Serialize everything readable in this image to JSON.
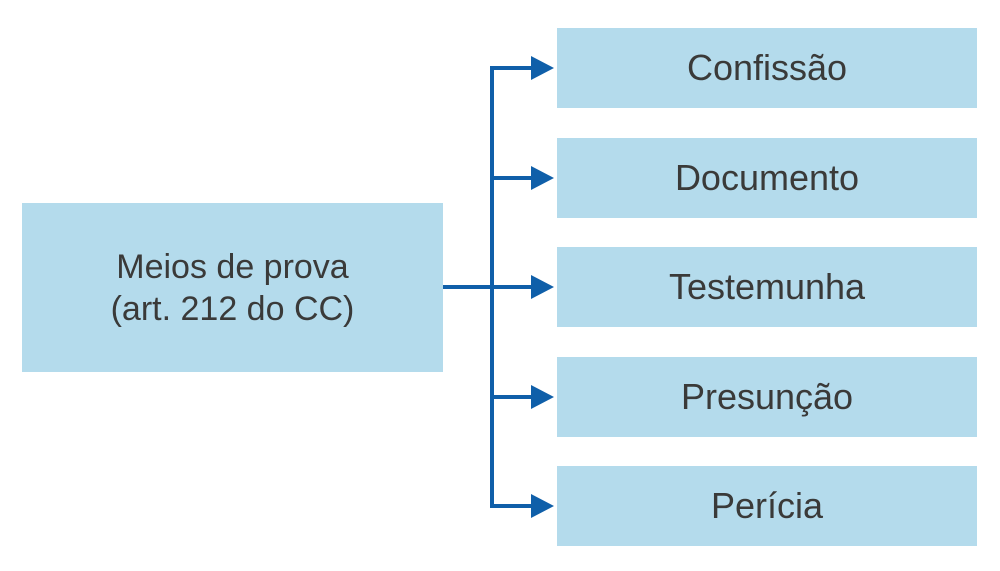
{
  "colors": {
    "box-fill": "#b4dbec",
    "line": "#0f5fa9",
    "text": "#3a3a39",
    "background": "#ffffff"
  },
  "diagram": {
    "title": "Meios de prova (art. 212 do CC)",
    "root": {
      "line1": "Meios de prova",
      "line2": "(art. 212 do CC)"
    },
    "children": [
      {
        "label": "Confissão"
      },
      {
        "label": "Documento"
      },
      {
        "label": "Testemunha"
      },
      {
        "label": "Presunção"
      },
      {
        "label": "Perícia"
      }
    ]
  }
}
